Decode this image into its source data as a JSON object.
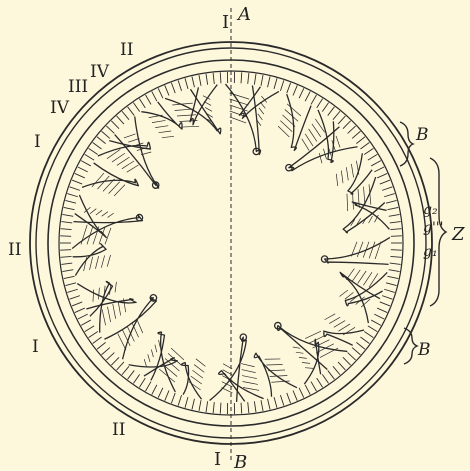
{
  "figure": {
    "ink": "#2a2a2a",
    "background": "#fdf7dc",
    "axis_labels": {
      "top_roman": "I",
      "top_letter": "A",
      "bottom_roman": "I",
      "bottom_letter": "B"
    },
    "left_labels": [
      "II",
      "IV",
      "III",
      "IV",
      "I",
      "II",
      "I",
      "II"
    ],
    "right_labels": {
      "upper_bracket": "B",
      "lower_bracket": "B",
      "g2": "g₂",
      "g3": "g'''",
      "g1": "g₁",
      "zone": "Z"
    }
  }
}
